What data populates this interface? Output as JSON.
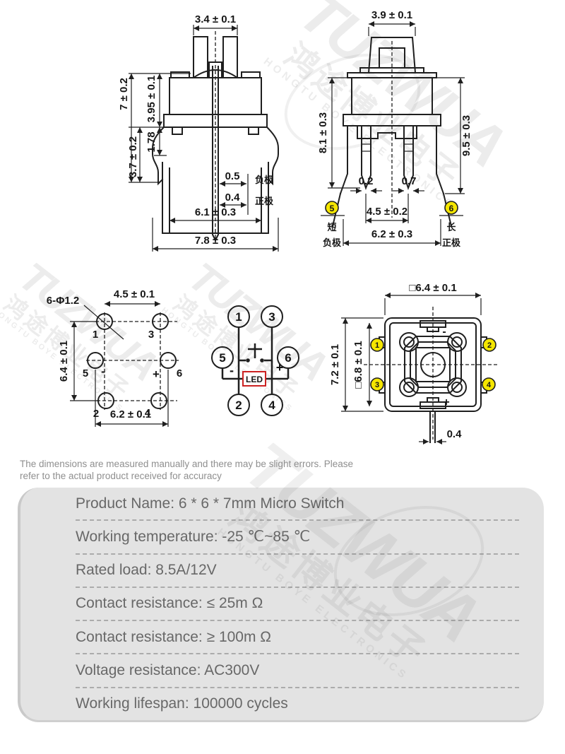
{
  "watermark": {
    "brand": "TUZWUA",
    "cn": "鸿途博业电子",
    "en": "HONGTU BOYE ELECTRONICS"
  },
  "front_view": {
    "dim_top": "3.4 ± 0.1",
    "dim_total_h": "7 ± 0.2",
    "dim_body_h": "3.95 ± 0.1",
    "dim_lower_h": "3.7 ± 0.2",
    "dim_leg_h": "1.78",
    "dim_pin_neg": "0.5",
    "label_neg": "负极",
    "dim_pin_pos": "0.4",
    "label_pos": "正极",
    "dim_inner_w": "6.1 ± 0.3",
    "dim_outer_w": "7.8 ± 0.3"
  },
  "side_view": {
    "dim_top": "3.9 ± 0.1",
    "dim_left_h": "8.1 ± 0.3",
    "dim_right_h": "9.5 ± 0.3",
    "dim_pin_left": "0.2",
    "dim_pin_right": "0.7",
    "dim_pin_span": "4.5 ± 0.2",
    "dim_outer_w": "6.2 ± 0.3",
    "pin5": {
      "num": "5",
      "tag": "短",
      "pole": "负极"
    },
    "pin6": {
      "num": "6",
      "tag": "长",
      "pole": "正极"
    }
  },
  "bottom_view": {
    "hole_spec": "6-Φ1.2",
    "dim_top": "4.5 ± 0.1",
    "dim_left": "6.4 ± 0.1",
    "dim_bottom": "6.2 ± 0.1",
    "pin1": "1",
    "pin2": "2",
    "pin3": "3",
    "pin4": "4",
    "pin5": "5",
    "pin6": "6",
    "minus": "-",
    "plus": "+"
  },
  "circuit": {
    "pin1": "1",
    "pin2": "2",
    "pin3": "3",
    "pin4": "4",
    "pin5": "5",
    "pin6": "6",
    "led": "LED",
    "minus": "-",
    "plus": "+"
  },
  "top_view": {
    "dim_top": "□6.4 ± 0.1",
    "dim_left_outer": "7.2 ± 0.1",
    "dim_left_inner": "□6.8 ± 0.1",
    "dim_pin": "0.4",
    "pin1": "1",
    "pin2": "2",
    "pin3": "3",
    "pin4": "4",
    "minus": "-",
    "plus": "+"
  },
  "note": {
    "line1": "The dimensions are measured manually and there may be slight errors. Please",
    "line2": "refer to the actual product received for accuracy"
  },
  "spec_table": {
    "rows": [
      {
        "text": "Product Name: 6 * 6 * 7mm Micro Switch"
      },
      {
        "text": "Working temperature: -25 ℃~85 ℃"
      },
      {
        "text": "Rated load: 8.5A/12V"
      },
      {
        "text": "Contact resistance: ≤ 25m Ω"
      },
      {
        "text": "Contact resistance: ≥ 100m Ω"
      },
      {
        "text": "Voltage resistance: AC300V"
      },
      {
        "text": "Working lifespan: 100000 cycles"
      }
    ]
  },
  "colors": {
    "accent_yellow": "#f5e600",
    "led_red": "#cc2222",
    "line": "#1f1f1f",
    "table_bg": "#e3e3e3"
  }
}
